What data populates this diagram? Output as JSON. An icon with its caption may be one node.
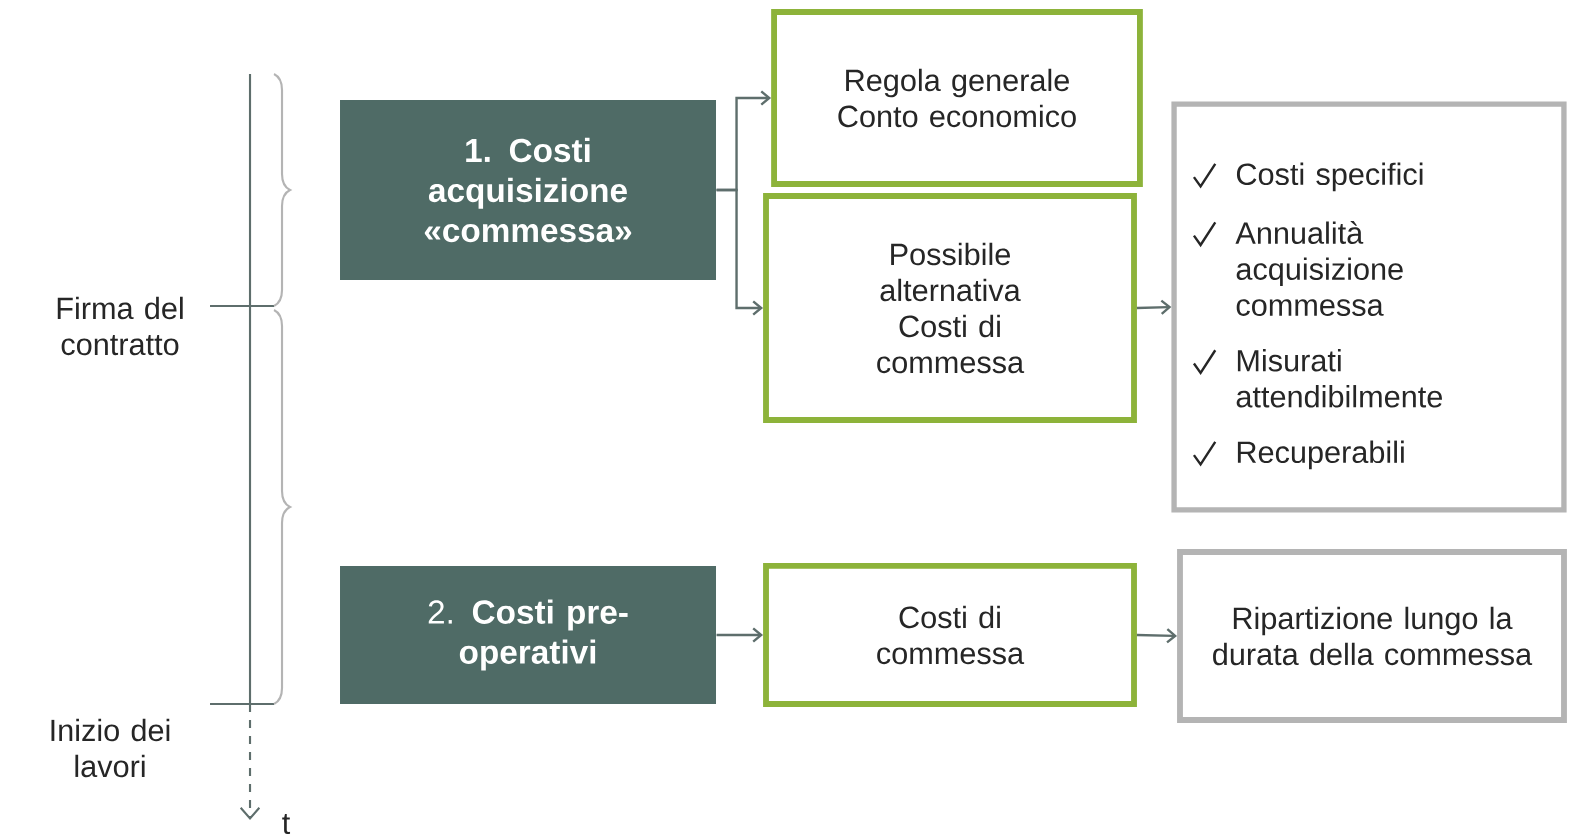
{
  "diagram": {
    "nodes": [
      {
        "text": [
          "1. Costi acquisizione «commessa»"
        ]
      },
      {
        "text": [
          "Regola generale",
          "Conto economico"
        ]
      },
      {
        "text": [
          "Possibile alternativa",
          "Costi di commessa"
        ]
      },
      {
        "text": [
          "Costi specifici",
          "Annualità acquisizione commessa",
          "Misurati attendibilmente",
          "Recuperabili"
        ]
      },
      {
        "text": [
          "2. **Costi pre-operativi**"
        ]
      },
      {
        "text": [
          "Costi di commessa"
        ]
      },
      {
        "text": [
          "Ripartizione lungo la durata della commessa"
        ]
      }
    ],
    "edges": [
      {
        "from": 0,
        "to": 1,
        "arrow": "to"
      },
      {
        "from": 0,
        "to": 2,
        "arrow": "to"
      },
      {
        "from": 2,
        "to": 3,
        "arrow": "to"
      },
      {
        "from": 4,
        "to": 5,
        "arrow": "to"
      },
      {
        "from": 5,
        "to": 6,
        "arrow": "to"
      }
    ],
    "labels": [
      "Firma del contratto",
      "Inizio dei lavori",
      "t"
    ]
  }
}
